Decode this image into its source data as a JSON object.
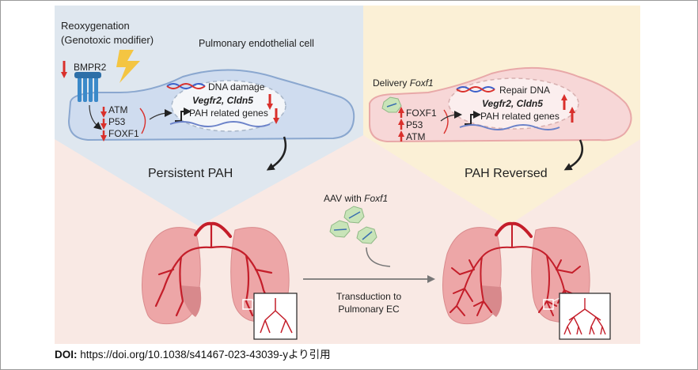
{
  "left_panel": {
    "reoxygenation": "Reoxygenation",
    "genotoxic": "(Genotoxic modifier)",
    "bmpr2": "BMPR2",
    "cell_label": "Pulmonary endothelial cell",
    "dna_damage": "DNA damage",
    "genes_italic": "Vegfr2, Cldn5",
    "pah_genes": "PAH related genes",
    "markers": [
      "ATM",
      "P53",
      "FOXF1"
    ],
    "outcome": "Persistent PAH"
  },
  "right_panel": {
    "delivery": "Delivery ",
    "delivery_gene": "Foxf1",
    "repair": "Repair DNA",
    "genes_italic": "Vegfr2, Cldn5",
    "pah_genes": "PAH related genes",
    "markers": [
      "FOXF1",
      "P53",
      "ATM"
    ],
    "outcome": "PAH Reversed"
  },
  "center": {
    "aav": "AAV with ",
    "aav_gene": "Foxf1",
    "transduction_1": "Transduction to",
    "transduction_2": "Pulmonary EC"
  },
  "doi": {
    "label": "DOI:",
    "text": " https://doi.org/10.1038/s41467-023-43039-yより引用"
  },
  "colors": {
    "left_bg": "#dde6ef",
    "right_bg": "#fbf1d9",
    "bottom_bg": "#fbece8",
    "down_arrow": "#d9302c",
    "up_arrow": "#d9302c",
    "lung": "#eaa3a5",
    "vessel": "#c41e2a"
  }
}
